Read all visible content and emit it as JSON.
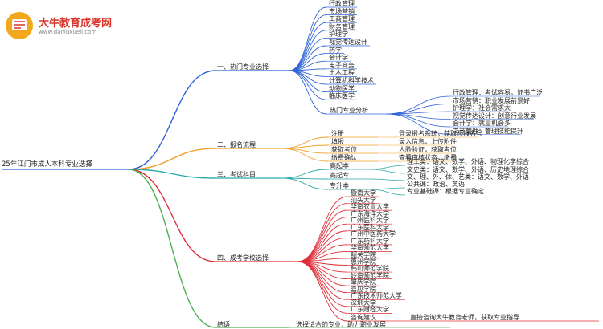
{
  "brand": {
    "name": "大牛教育成考网",
    "url": "www.daniuxueli.com"
  },
  "colors": {
    "blue": "#2f64d8",
    "orange": "#f0a028",
    "teal": "#2aa8a8",
    "red": "#e0303a",
    "green": "#4caf50",
    "text": "#222222"
  },
  "root": "25年江门市成人本科专业选择",
  "branches": {
    "b1": {
      "label": "一、热门专业选择",
      "majors": [
        "行政管理",
        "市场营销",
        "工商管理",
        "财务管理",
        "护理学",
        "视觉传达设计",
        "药学",
        "会计学",
        "电子商务",
        "土木工程",
        "计算机科学技术",
        "动物医学",
        "临床医学"
      ],
      "analysis_label": "热门专业分析",
      "analysis": [
        "行政管理：考试容易，证书广泛",
        "市场营销：职业发展前景好",
        "护理学：社会需求大",
        "视觉传达设计：创意行业发展",
        "会计学：就业机会多",
        "工商管理：管理技能提升"
      ]
    },
    "b2": {
      "label": "二、报名流程",
      "steps": [
        {
          "name": "注册",
          "desc": "登录报名系统，获取预报名号"
        },
        {
          "name": "填报",
          "desc": "录入信息，上传附件"
        },
        {
          "name": "获取考位",
          "desc": "人脸验证，获取考位"
        },
        {
          "name": "缴费确认",
          "desc": "查看审核状态，缴费"
        }
      ]
    },
    "b3": {
      "label": "三、考试科目",
      "gaoqiben": {
        "name": "高起本",
        "items": [
          "理工类：语文、数学、外语、物理化学综合",
          "文史类：语文、数学、外语、历史地理综合"
        ]
      },
      "gaoqizhuan": {
        "name": "高起专",
        "items": [
          "文、理、外、体、艺类：语文、数学、外语"
        ]
      },
      "zhuanshengben": {
        "name": "专升本",
        "items": [
          "公共课：政治、英语",
          "专业基础课：根据专业确定"
        ]
      }
    },
    "b4": {
      "label": "四、成考学校选择",
      "schools": [
        "暨南大学",
        "汕头大学",
        "华南农业大学",
        "广东海洋大学",
        "广州医科大学",
        "广东医科大学",
        "广州中医药大学",
        "广东药科大学",
        "华南师范大学",
        "韶关学院",
        "惠州学院",
        "韩山师范学院",
        "岭南师范学院",
        "肇庆学院",
        "嘉应学院",
        "广东技术师范大学",
        "深圳大学",
        "广东财经大学"
      ],
      "consult_label": "咨询建议",
      "consult_text": "直接咨询大牛教育老师，获取专业指导"
    },
    "b5": {
      "label": "结语",
      "text": "选择适合的专业，助力职业发展"
    }
  }
}
